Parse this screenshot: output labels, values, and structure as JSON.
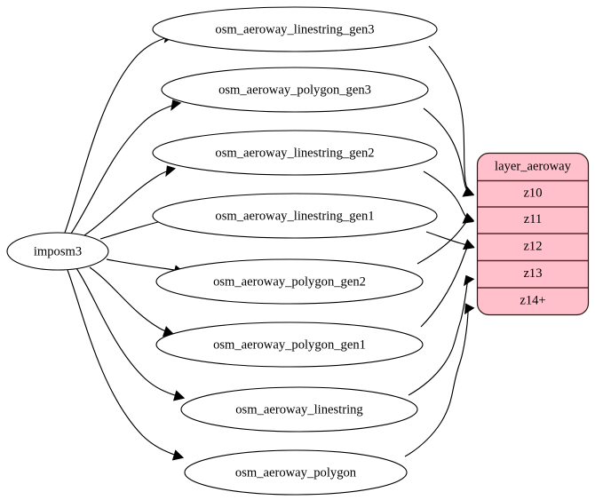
{
  "diagram": {
    "type": "graphviz-digraph",
    "background_color": "#ffffff",
    "root_node": {
      "label": "imposm3",
      "shape": "ellipse",
      "fill_color": "#ffffff",
      "border_color": "#000000"
    },
    "source_nodes": [
      {
        "label": "osm_aeroway_linestring_gen3",
        "shape": "ellipse"
      },
      {
        "label": "osm_aeroway_polygon_gen3",
        "shape": "ellipse"
      },
      {
        "label": "osm_aeroway_linestring_gen2",
        "shape": "ellipse"
      },
      {
        "label": "osm_aeroway_linestring_gen1",
        "shape": "ellipse"
      },
      {
        "label": "osm_aeroway_polygon_gen2",
        "shape": "ellipse"
      },
      {
        "label": "osm_aeroway_polygon_gen1",
        "shape": "ellipse"
      },
      {
        "label": "osm_aeroway_linestring",
        "shape": "ellipse"
      },
      {
        "label": "osm_aeroway_polygon",
        "shape": "ellipse"
      }
    ],
    "target_table": {
      "header": "layer_aeroway",
      "fill_color": "#ffc0cb",
      "border_color": "#2b1414",
      "rows": [
        {
          "label": "z10"
        },
        {
          "label": "z11"
        },
        {
          "label": "z12"
        },
        {
          "label": "z13"
        },
        {
          "label": "z14+"
        }
      ]
    },
    "edges": [
      {
        "from": "imposm3",
        "to": "osm_aeroway_linestring_gen3"
      },
      {
        "from": "imposm3",
        "to": "osm_aeroway_polygon_gen3"
      },
      {
        "from": "imposm3",
        "to": "osm_aeroway_linestring_gen2"
      },
      {
        "from": "imposm3",
        "to": "osm_aeroway_linestring_gen1"
      },
      {
        "from": "imposm3",
        "to": "osm_aeroway_polygon_gen2"
      },
      {
        "from": "imposm3",
        "to": "osm_aeroway_polygon_gen1"
      },
      {
        "from": "imposm3",
        "to": "osm_aeroway_linestring"
      },
      {
        "from": "imposm3",
        "to": "osm_aeroway_polygon"
      },
      {
        "from": "osm_aeroway_linestring_gen3",
        "to": "layer_aeroway:z10"
      },
      {
        "from": "osm_aeroway_polygon_gen3",
        "to": "layer_aeroway:z10"
      },
      {
        "from": "osm_aeroway_linestring_gen2",
        "to": "layer_aeroway:z11"
      },
      {
        "from": "osm_aeroway_polygon_gen2",
        "to": "layer_aeroway:z11"
      },
      {
        "from": "osm_aeroway_linestring_gen1",
        "to": "layer_aeroway:z12"
      },
      {
        "from": "osm_aeroway_polygon_gen1",
        "to": "layer_aeroway:z12"
      },
      {
        "from": "osm_aeroway_linestring",
        "to": "layer_aeroway:z13"
      },
      {
        "from": "osm_aeroway_polygon",
        "to": "layer_aeroway:z14+"
      }
    ]
  }
}
